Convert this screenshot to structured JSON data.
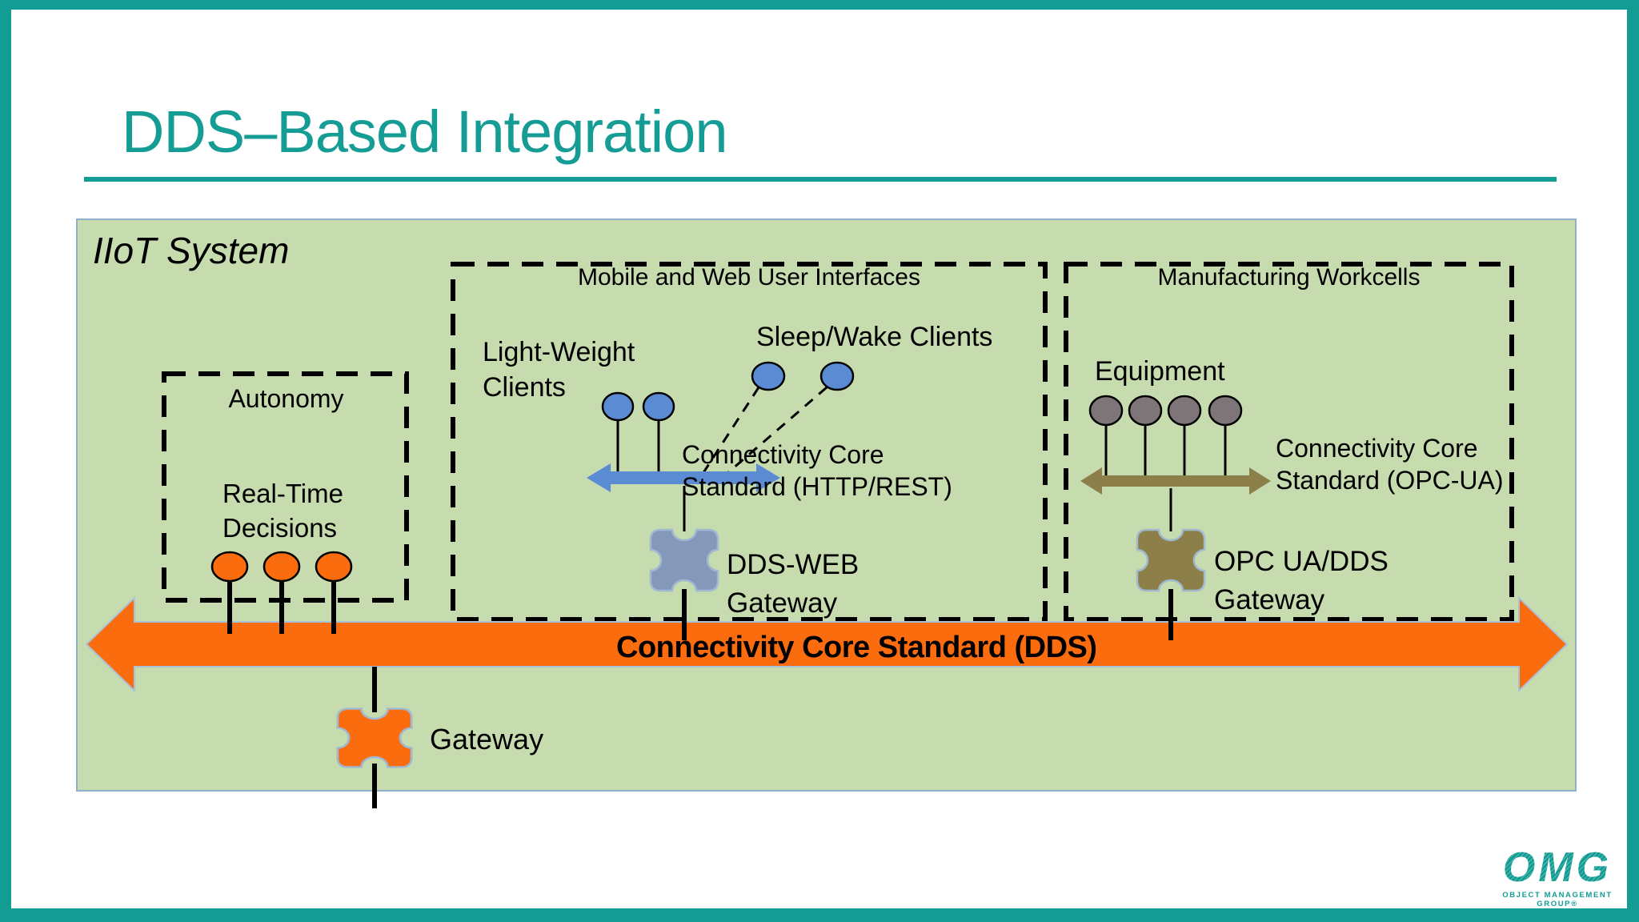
{
  "slide": {
    "title": "DDS–Based Integration"
  },
  "colors": {
    "teal": "#129c94",
    "panel_green": "#c7dcae",
    "orange": "#fb6c0f",
    "blue": "#5b8bd3",
    "slate_gateway": "#8598ba",
    "olive": "#8c7f49",
    "equipment_gray": "#7d7577",
    "shape_outline": "#a9c2d8"
  },
  "iiot": {
    "label": "IIoT System"
  },
  "autonomy": {
    "title": "Autonomy",
    "caption_line1": "Real-Time",
    "caption_line2": "Decisions",
    "node_count": 3
  },
  "mobile": {
    "title": "Mobile and Web User Interfaces",
    "lightweight_line1": "Light-Weight",
    "lightweight_line2": "Clients",
    "lightweight_count": 2,
    "sleepwake_label": "Sleep/Wake Clients",
    "sleepwake_count": 2,
    "ccs_line1": "Connectivity Core",
    "ccs_line2": "Standard (HTTP/REST)",
    "gateway_line1": "DDS-WEB",
    "gateway_line2": "Gateway"
  },
  "manufacturing": {
    "title": "Manufacturing Workcells",
    "equipment_label": "Equipment",
    "equipment_count": 4,
    "ccs_line1": "Connectivity Core",
    "ccs_line2": "Standard (OPC-UA)",
    "gateway_line1": "OPC UA/DDS",
    "gateway_line2": "Gateway"
  },
  "dds_bus": {
    "label": "Connectivity Core Standard (DDS)"
  },
  "edge_gateway": {
    "label": "Gateway"
  },
  "logo": {
    "text": "OMG",
    "caption": "OBJECT MANAGEMENT GROUP",
    "reg": "®"
  }
}
